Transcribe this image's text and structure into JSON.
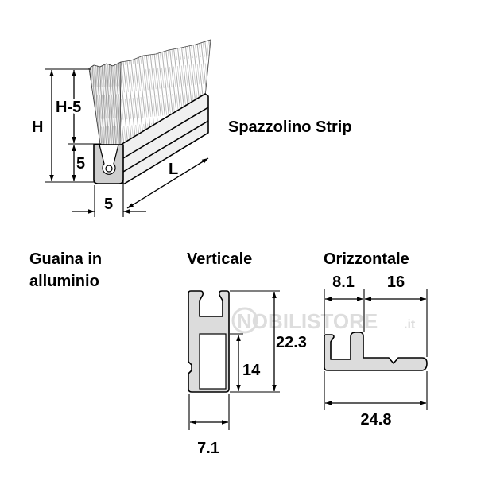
{
  "title": "Spazzolino Strip",
  "brush_strip": {
    "dim_h": "H",
    "dim_h_minus_5": "H-5",
    "dim_clamp_height": "5",
    "dim_base_width": "5",
    "dim_length": "L"
  },
  "section_label": {
    "line1": "Guaina in",
    "line2": "alluminio"
  },
  "profiles": {
    "vertical": {
      "label": "Verticale",
      "total_height": "22.3",
      "lower_height": "14",
      "width": "7.1"
    },
    "horizontal": {
      "label": "Orizzontale",
      "left_width": "8.1",
      "right_width": "16",
      "total_width": "24.8"
    }
  },
  "watermark": {
    "brand": "NOBILISTORE",
    "tld": ".it"
  },
  "colors": {
    "line": "#000000",
    "profile_fill": "#dcdcdc",
    "watermark": "#dddddd"
  }
}
